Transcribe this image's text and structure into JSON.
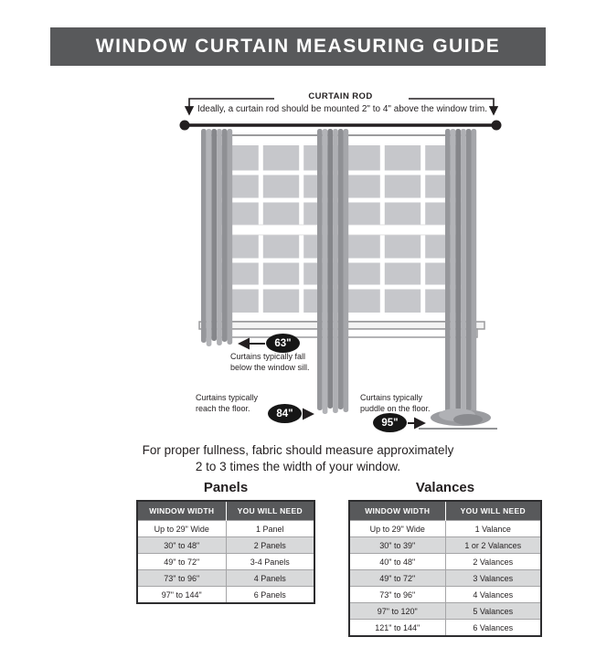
{
  "header": {
    "title": "WINDOW CURTAIN MEASURING GUIDE"
  },
  "diagram": {
    "rod_label": "CURTAIN ROD",
    "rod_note": "Ideally, a curtain rod should be mounted 2\" to 4\" above the window trim.",
    "sill_measurement": {
      "value": "63\"",
      "note": "Curtains typically fall below the window sill."
    },
    "floor_measurement": {
      "value": "84\"",
      "note": "Curtains typically reach the floor."
    },
    "puddle_measurement": {
      "value": "95\"",
      "note": "Curtains typically puddle on the floor."
    }
  },
  "fullness_note": {
    "line1": "For proper fullness, fabric should measure approximately",
    "line2": "2 to 3 times the width of your window."
  },
  "panels_table": {
    "title": "Panels",
    "headers": [
      "WINDOW WIDTH",
      "YOU WILL NEED"
    ],
    "rows": [
      [
        "Up to 29\" Wide",
        "1 Panel"
      ],
      [
        "30\" to 48\"",
        "2 Panels"
      ],
      [
        "49\" to 72\"",
        "3-4 Panels"
      ],
      [
        "73\" to 96\"",
        "4 Panels"
      ],
      [
        "97\" to 144\"",
        "6 Panels"
      ]
    ]
  },
  "valances_table": {
    "title": "Valances",
    "headers": [
      "WINDOW WIDTH",
      "YOU WILL NEED"
    ],
    "rows": [
      [
        "Up to 29\" Wide",
        "1 Valance"
      ],
      [
        "30\" to 39\"",
        "1 or 2 Valances"
      ],
      [
        "40\" to 48\"",
        "2 Valances"
      ],
      [
        "49\" to 72\"",
        "3 Valances"
      ],
      [
        "73\" to 96\"",
        "4 Valances"
      ],
      [
        "97\" to 120\"",
        "5 Valances"
      ],
      [
        "121\" to 144\"",
        "6 Valances"
      ]
    ]
  },
  "colors": {
    "banner_bg": "#58595b",
    "table_header_bg": "#58595b",
    "row_alt_bg": "#d8d9da",
    "badge_bg": "#161616",
    "window_pane": "#c6c7cb"
  }
}
